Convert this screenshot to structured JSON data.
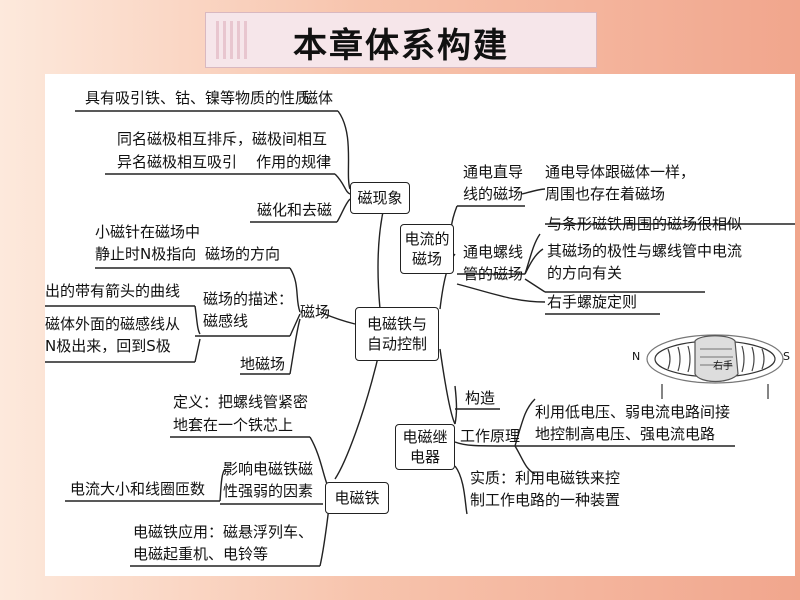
{
  "title": "本章体系构建",
  "center": [
    "电磁铁与",
    "自动控制"
  ],
  "magnet_phenomenon": {
    "label": "磁现象",
    "items": {
      "magnet": {
        "text": "具有吸引铁、钴、镍等物质的性质",
        "label": "磁体"
      },
      "poles": {
        "lines": [
          "同名磁极相互排斥，磁极间相互",
          "异名磁极相互吸引    作用的规律"
        ]
      },
      "magnetize": "磁化和去磁"
    }
  },
  "magnetic_field": {
    "label": "磁场",
    "direction": {
      "lines": [
        "小磁针在磁场中",
        "静止时N极指向"
      ],
      "label": "磁场的方向"
    },
    "description": {
      "label_lines": [
        "磁场的描述：",
        "磁感线"
      ],
      "curve_lines": [
        "出的带有箭头的曲线",
        "磁体外面的磁感线从",
        "N极出来，回到S极"
      ]
    },
    "earth": "地磁场"
  },
  "electromagnet": {
    "label": "电磁铁",
    "definition": [
      "定义：把螺线管紧密",
      "地套在一个铁芯上"
    ],
    "factors": {
      "label_lines": [
        "影响电磁铁磁",
        "性强弱的因素"
      ],
      "text": "电流大小和线圈匝数"
    },
    "applications": [
      "电磁铁应用：磁悬浮列车、",
      "电磁起重机、电铃等"
    ]
  },
  "current_field": {
    "label_lines": [
      "电流的",
      "磁场"
    ],
    "straight": {
      "label_lines": [
        "通电直导",
        "线的磁场"
      ],
      "text_lines": [
        "通电导体跟磁体一样，",
        "周围也存在着磁场"
      ]
    },
    "solenoid": {
      "label_lines": [
        "通电螺线",
        "管的磁场"
      ],
      "items": [
        "与条形磁铁周围的磁场很相似",
        "其磁场的极性与螺线管中电流",
        "的方向有关",
        "右手螺旋定则"
      ]
    },
    "figure": {
      "n": "N",
      "s": "S",
      "hand": "右手"
    }
  },
  "relay": {
    "label_lines": [
      "电磁继",
      "电器"
    ],
    "structure": "构造",
    "principle": {
      "label": "工作原理",
      "text_lines": [
        "利用低电压、弱电流电路间接",
        "地控制高电压、强电流电路"
      ]
    },
    "essence": [
      "实质：利用电磁铁来控",
      "制工作电路的一种装置"
    ]
  }
}
